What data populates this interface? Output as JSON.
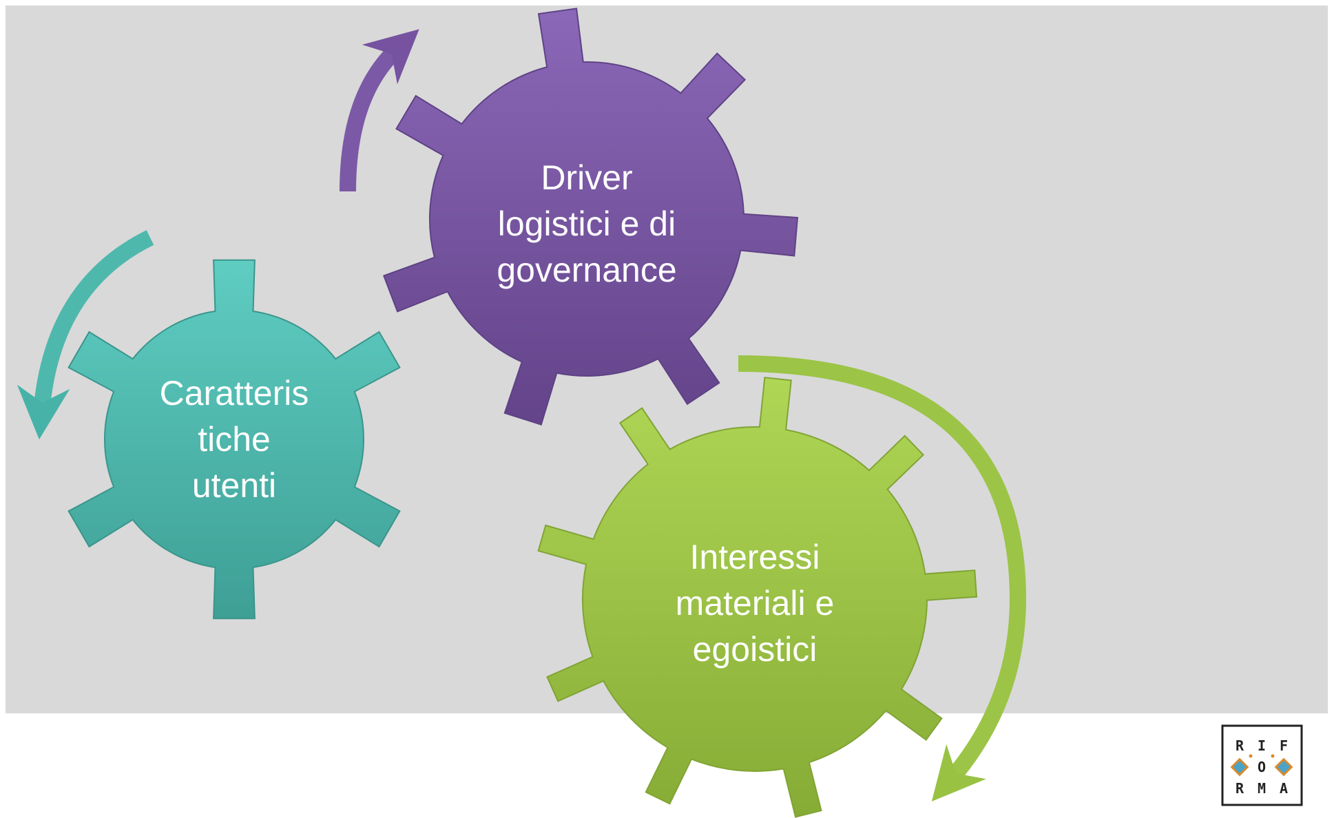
{
  "diagram": {
    "gears": [
      {
        "id": "caratteristiche-utenti",
        "lines": [
          "Caratteris",
          "tiche",
          "utenti"
        ],
        "color": "#4fb8ad"
      },
      {
        "id": "driver-logistici",
        "lines": [
          "Driver",
          "logistici e di",
          "governance"
        ],
        "color": "#7b59a6"
      },
      {
        "id": "interessi-materiali",
        "lines": [
          "Interessi",
          "materiali e",
          "egoistici"
        ],
        "color": "#9cc447"
      }
    ],
    "colors": {
      "background_panel": "#d9d9d9",
      "teal": "#4fb8ad",
      "purple": "#7b59a6",
      "green": "#9cc447"
    }
  },
  "logo": {
    "rows": [
      [
        "R",
        "I",
        "F"
      ],
      [
        "",
        "O",
        ""
      ],
      [
        "R",
        "M",
        "A"
      ]
    ]
  }
}
